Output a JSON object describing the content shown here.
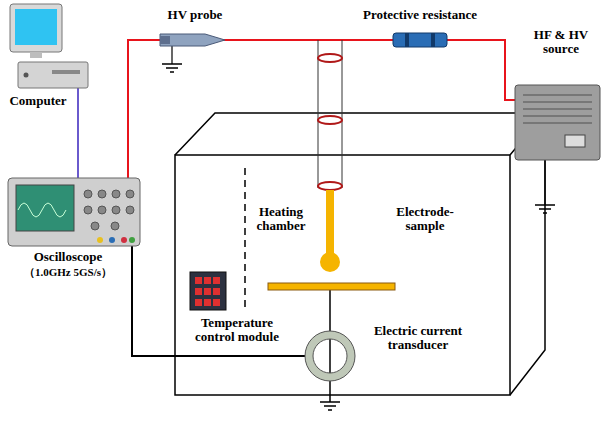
{
  "diagram": {
    "labels": [
      "Computer",
      "Oscilloscope",
      "（1.0GHz 5GS/s）",
      "HV probe",
      "Protective resistance",
      "HF & HV source",
      "Heating chamber",
      "Electrode-sample",
      "Temperature control module",
      "Electric current transducer"
    ]
  }
}
